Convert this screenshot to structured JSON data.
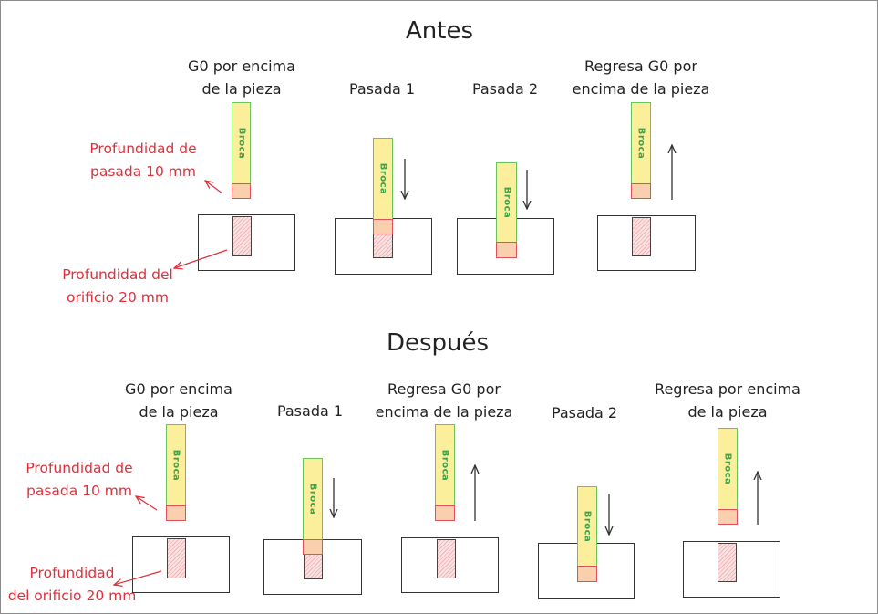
{
  "diagram": {
    "antes": {
      "title": "Antes",
      "labels": {
        "g0": [
          "G0 por encima",
          "de la pieza"
        ],
        "pasada1": "Pasada 1",
        "pasada2": "Pasada 2",
        "regresa": [
          "Regresa G0 por",
          "encima de la pieza"
        ]
      },
      "annotations": {
        "pasada": [
          "Profundidad de",
          "pasada 10 mm"
        ],
        "orificio": [
          "Profundidad del",
          "orificio 20 mm"
        ]
      }
    },
    "despues": {
      "title": "Después",
      "labels": {
        "g0": [
          "G0 por encima",
          "de la pieza"
        ],
        "pasada1": "Pasada 1",
        "regresa1": [
          "Regresa G0 por",
          "encima de la pieza"
        ],
        "pasada2": "Pasada 2",
        "regresa2": [
          "Regresa por encima",
          "de la pieza"
        ]
      },
      "annotations": {
        "pasada": [
          "Profundidad de",
          "pasada 10 mm"
        ],
        "orificio": [
          "Profundidad",
          "del orificio 20 mm"
        ]
      }
    },
    "drill_label": "Broca",
    "colors": {
      "drill_body": "#fbef9c",
      "drill_outline": "#6cc45e",
      "drill_tip": "#f9cfae",
      "tip_outline": "#e0505a",
      "annotation": "#e0303a"
    }
  }
}
